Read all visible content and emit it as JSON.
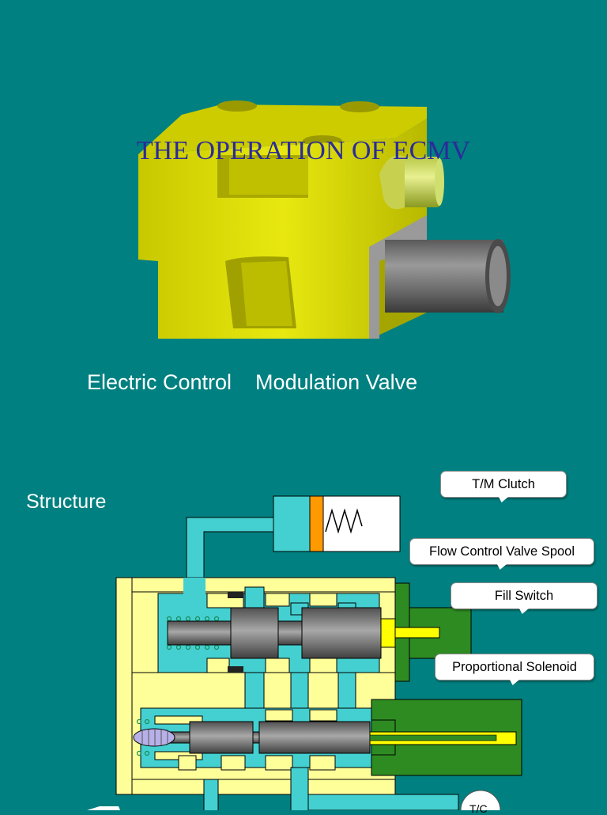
{
  "slide": {
    "title": "THE OPERATION OF ECMV",
    "subtitle": "Electric Control    Modulation Valve",
    "section_label": "Structure"
  },
  "callouts": {
    "tm_clutch": "T/M Clutch",
    "flow_control_valve_spool": "Flow Control Valve Spool",
    "fill_switch": "Fill Switch",
    "proportional_solenoid": "Proportional Solenoid",
    "tc": "T/C"
  },
  "colors": {
    "background": "#008080",
    "valve_body": "#d6d600",
    "housing": "#ffff99",
    "oil": "#44d0d0",
    "spool": "#6e6e6e",
    "solenoid": "#2e8b22",
    "spring_mark": "#ff9900"
  }
}
